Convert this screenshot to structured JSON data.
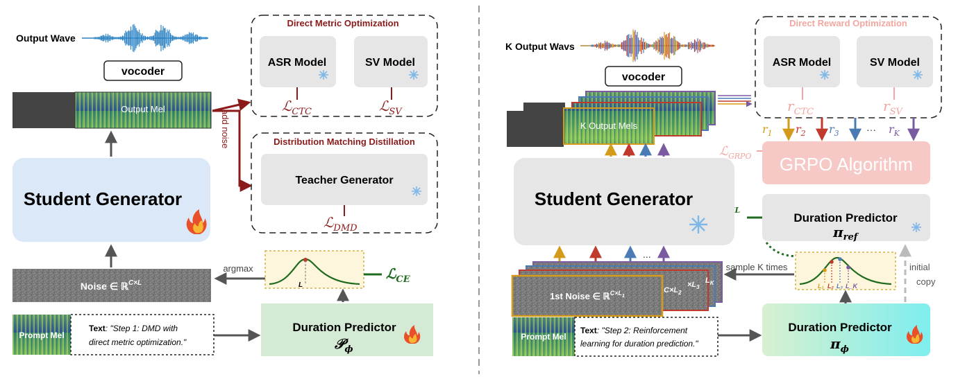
{
  "left": {
    "output_wave_label": "Output Wave",
    "vocoder_label": "vocoder",
    "output_mel_label": "Output Mel",
    "add_noise_label": "add noise",
    "student_generator_label": "Student Generator",
    "dmo_title": "Direct Metric Optimization",
    "asr_label": "ASR Model",
    "sv_label": "SV Model",
    "loss_ctc": "ℒ",
    "loss_ctc_sub": "CTC",
    "loss_sv": "ℒ",
    "loss_sv_sub": "SV",
    "dmd_title": "Distribution Matching Distillation",
    "teacher_label": "Teacher Generator",
    "loss_dmd": "ℒ",
    "loss_dmd_sub": "DMD",
    "argmax_label": "argmax",
    "noise_label": "Noise ∈ ℝ",
    "noise_sup": "C×L",
    "l_marker": "L",
    "loss_ce": "ℒ",
    "loss_ce_sub": "CE",
    "prompt_mel_label": "Prompt Mel",
    "text_bold": "Text",
    "text_quote_1": ": \"Step 1: DMD with",
    "text_quote_2": "direct metric optimization.\"",
    "duration_label": "Duration Predictor",
    "duration_symbol": "𝒫",
    "duration_symbol_sub": "ϕ"
  },
  "right": {
    "output_wavs_label": "K Output Wavs",
    "vocoder_label": "vocoder",
    "output_mels_label": "K Output Mels",
    "student_generator_label": "Student Generator",
    "dro_title": "Direct Reward Optimization",
    "asr_label": "ASR Model",
    "sv_label": "SV Model",
    "r_ctc": "r",
    "r_ctc_sub": "CTC",
    "r_sv": "r",
    "r_sv_sub": "SV",
    "rewards": [
      "r",
      "r",
      "r",
      "r"
    ],
    "reward_subs": [
      "1",
      "2",
      "3",
      "K"
    ],
    "reward_ellipsis": "···",
    "loss_grpo": "ℒ",
    "loss_grpo_sub": "GRPO",
    "grpo_label": "GRPO Algorithm",
    "loss_kl": "ℒ",
    "loss_kl_sub": "KL",
    "dur_ref_label": "Duration Predictor",
    "dur_ref_symbol": "π",
    "dur_ref_sub": "ref",
    "sample_label": "sample K times",
    "initial_copy_1": "initial",
    "initial_copy_2": "copy",
    "noise_label": "1st Noise ∈ ℝ",
    "noise_sup": "C×L",
    "noise_sup_sub": "1",
    "noise_tail_2": "C×L",
    "noise_tail_2_sub": "2",
    "noise_tail_3": "×L",
    "noise_tail_3_sub": "3",
    "noise_tail_k": "L",
    "noise_tail_k_sub": "K",
    "arrow_ellipsis": "...",
    "prompt_mel_label": "Prompt Mel",
    "text_bold": "Text",
    "text_quote_1": ": \"Step 2: Reinforcement",
    "text_quote_2": "learning for duration prediction.\"",
    "duration_label": "Duration Predictor",
    "duration_symbol": "π",
    "duration_symbol_sub": "ϕ",
    "l_marks": [
      "L₁",
      "L₂",
      "L₃",
      "L_K"
    ]
  },
  "colors": {
    "dark_red": "#8b1a1a",
    "green": "#1e6b1e",
    "student_blue": "#dbe8f8",
    "grey_box": "#e6e6e6",
    "duration_green": "#d4ead4",
    "grpo_pink": "#f7c9c6",
    "orange": "#d49a1a",
    "red": "#c0392b",
    "blue": "#4a7bb5",
    "purple": "#7a5aa0"
  }
}
